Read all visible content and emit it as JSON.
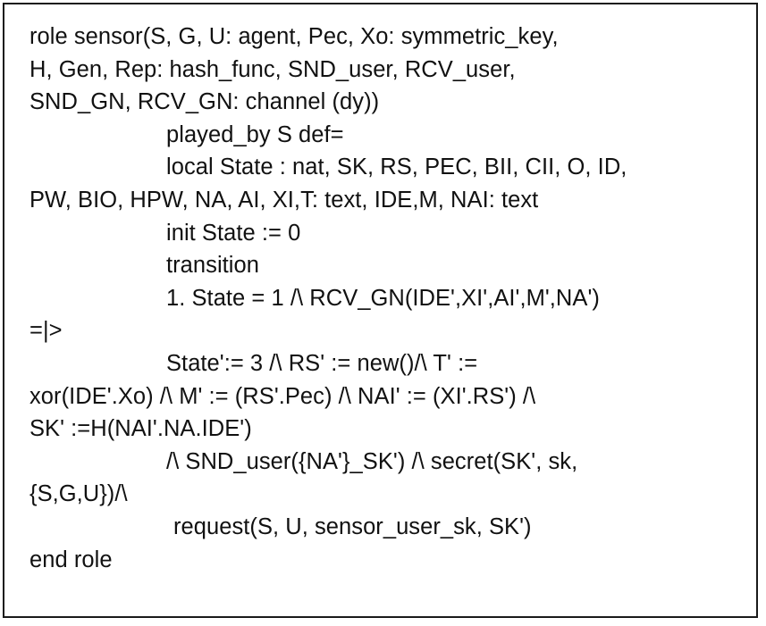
{
  "listing": {
    "lines": [
      {
        "text": "role sensor(S, G, U: agent, Pec, Xo: symmetric_key,",
        "indent": 0
      },
      {
        "text": "H, Gen, Rep: hash_func, SND_user, RCV_user,",
        "indent": 0
      },
      {
        "text": "SND_GN, RCV_GN: channel (dy))",
        "indent": 0
      },
      {
        "text": "played_by S def=",
        "indent": 1
      },
      {
        "text": "local State : nat, SK, RS, PEC, BII, CII, O, ID,",
        "indent": 1
      },
      {
        "text": "PW, BIO, HPW, NA, AI, XI,T: text, IDE,M, NAI: text",
        "indent": 0
      },
      {
        "text": "init State := 0",
        "indent": 1
      },
      {
        "text": "transition",
        "indent": 1
      },
      {
        "text": "1. State = 1 /\\ RCV_GN(IDE',XI',AI',M',NA')",
        "indent": 1
      },
      {
        "text": "=|>",
        "indent": 0
      },
      {
        "text": "State':= 3 /\\ RS' := new()/\\ T' :=",
        "indent": 1
      },
      {
        "text": "xor(IDE'.Xo) /\\ M' := (RS'.Pec) /\\ NAI' := (XI'.RS') /\\",
        "indent": 0
      },
      {
        "text": "SK' :=H(NAI'.NA.IDE')",
        "indent": 0
      },
      {
        "text": "/\\ SND_user({NA'}_SK') /\\ secret(SK', sk,",
        "indent": 1
      },
      {
        "text": "{S,G,U})/\\",
        "indent": 0
      },
      {
        "text": "request(S, U, sensor_user_sk, SK')",
        "indent": 2
      },
      {
        "text": "end role",
        "indent": 0
      }
    ]
  }
}
